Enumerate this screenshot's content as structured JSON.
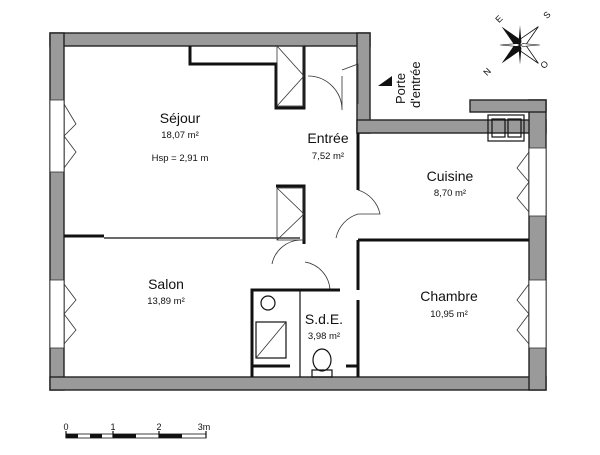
{
  "rooms": {
    "sejour": {
      "name": "Séjour",
      "area": "18,07 m²",
      "height": "Hsp = 2,91 m"
    },
    "entree": {
      "name": "Entrée",
      "area": "7,52 m²"
    },
    "cuisine": {
      "name": "Cuisine",
      "area": "8,70 m²"
    },
    "salon": {
      "name": "Salon",
      "area": "13,89 m²"
    },
    "chambre": {
      "name": "Chambre",
      "area": "10,95 m²"
    },
    "sde": {
      "name": "S.d.E.",
      "area": "3,98 m²"
    }
  },
  "entrance": {
    "line1": "Porte",
    "line2": "d'entrée"
  },
  "compass": {
    "n": "N",
    "e": "E",
    "s": "S",
    "o": "O"
  },
  "scale": {
    "labels": [
      "0",
      "1",
      "2",
      "3m"
    ]
  }
}
